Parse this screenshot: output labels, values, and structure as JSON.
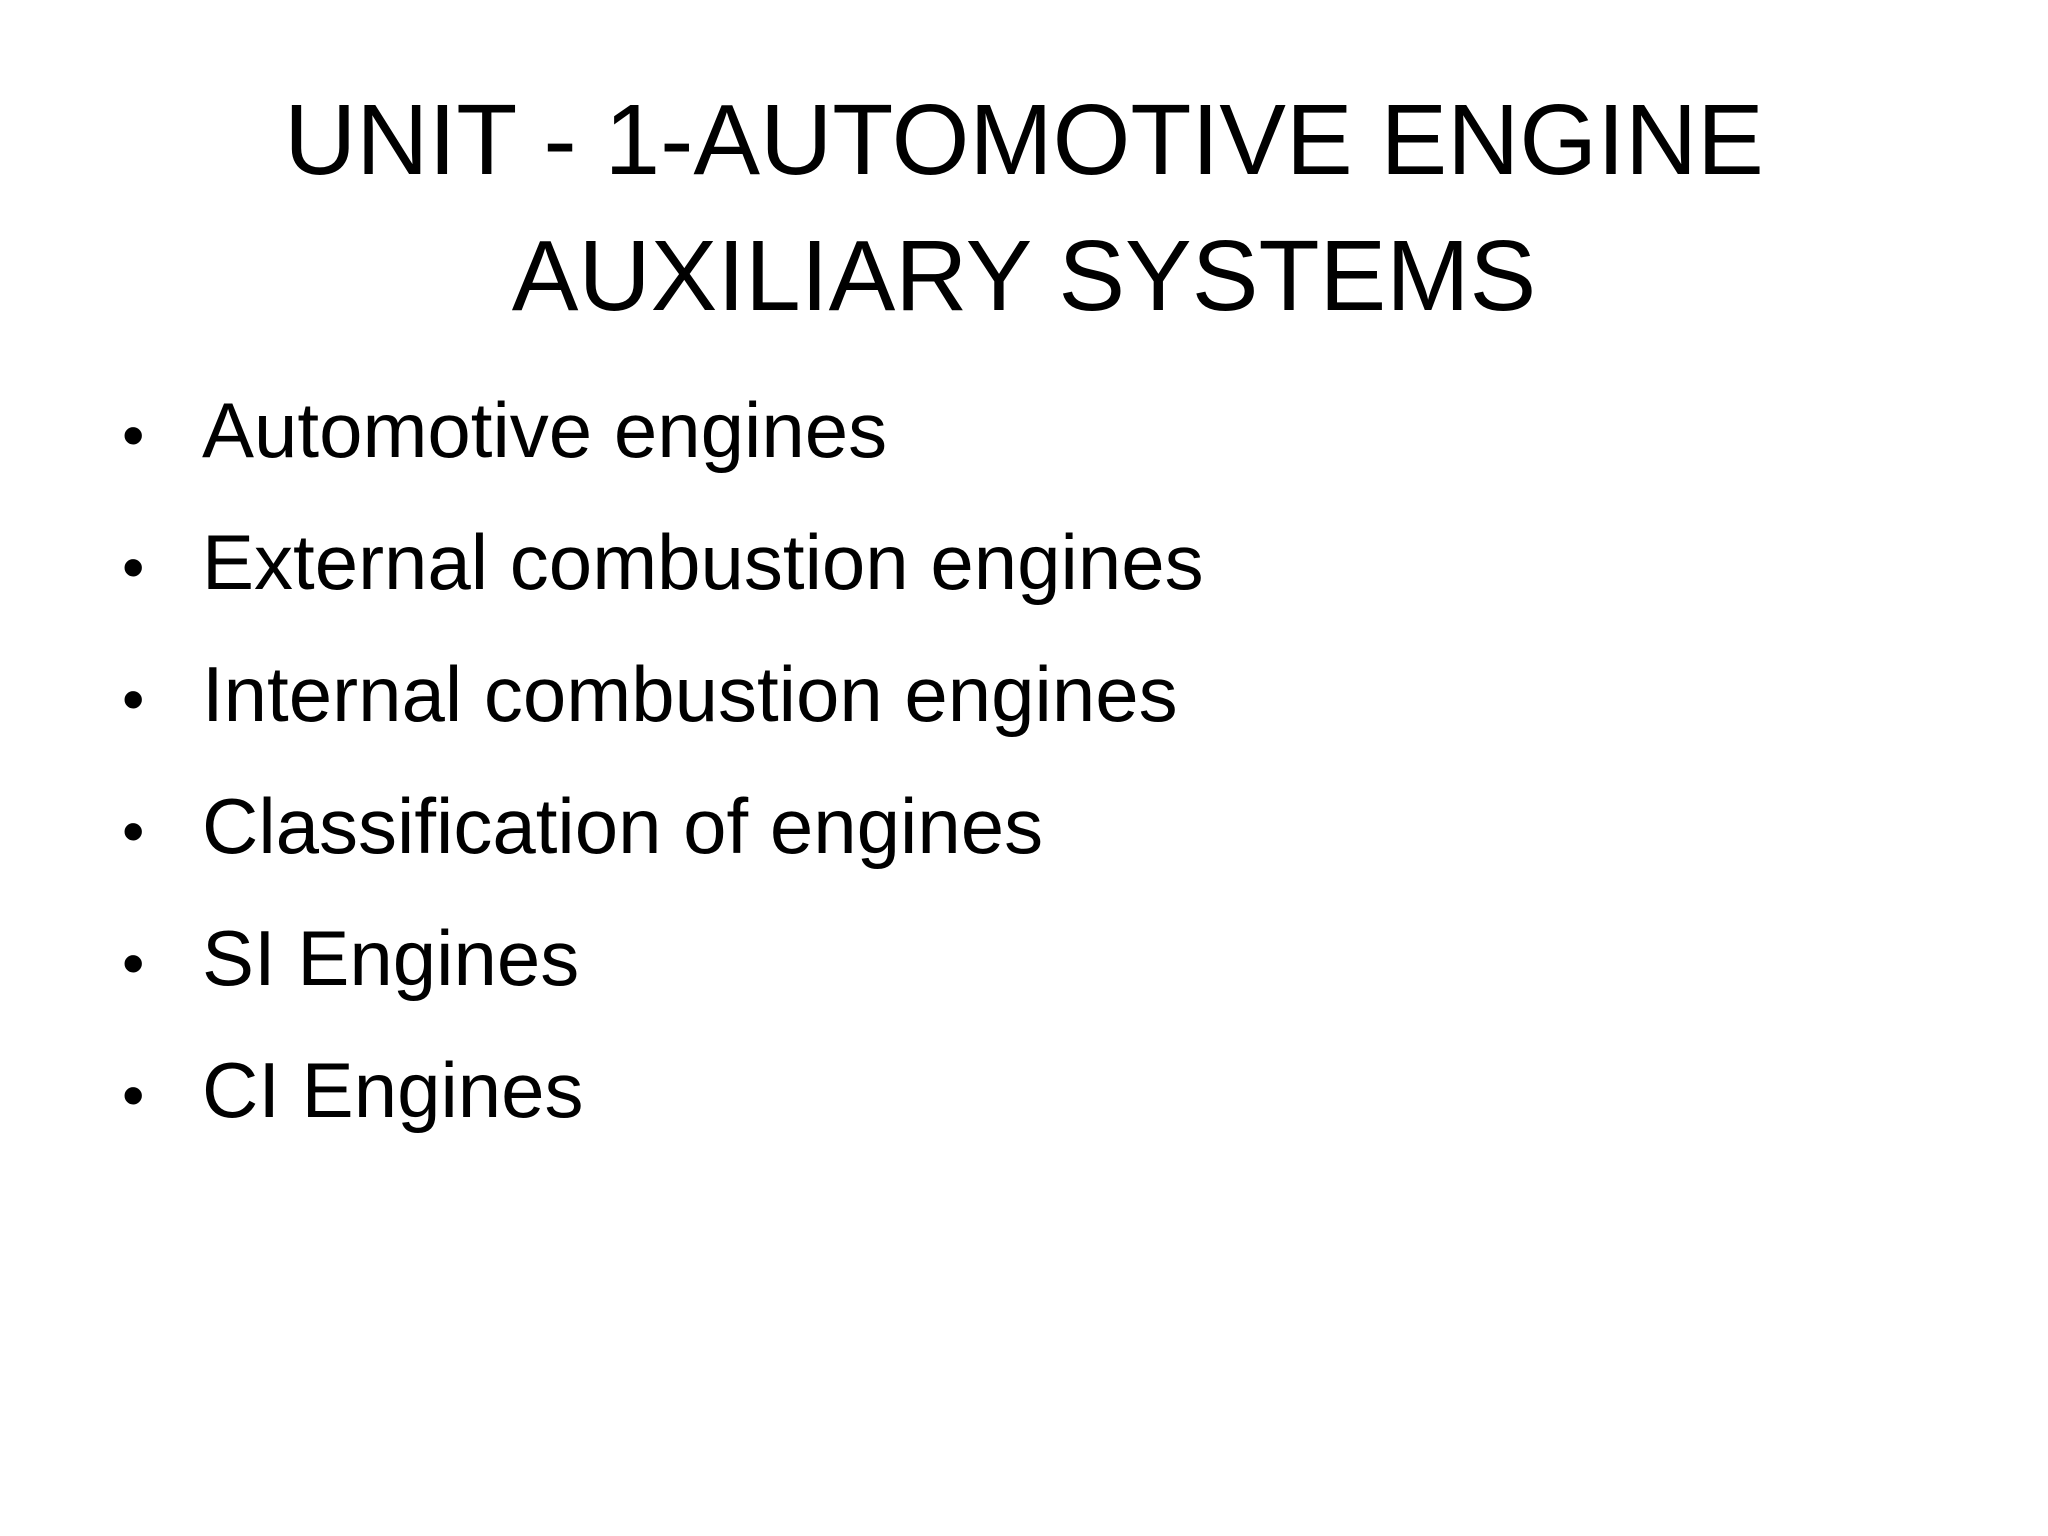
{
  "slide": {
    "title_line_1": "UNIT - 1-AUTOMOTIVE ENGINE",
    "title_line_2": "AUXILIARY SYSTEMS",
    "bullet_symbol": "•",
    "bullets": [
      "Automotive engines",
      "External combustion engines",
      "Internal combustion engines",
      "Classification of engines",
      "SI Engines",
      "CI Engines"
    ]
  },
  "colors": {
    "background": "#ffffff",
    "text": "#000000"
  }
}
